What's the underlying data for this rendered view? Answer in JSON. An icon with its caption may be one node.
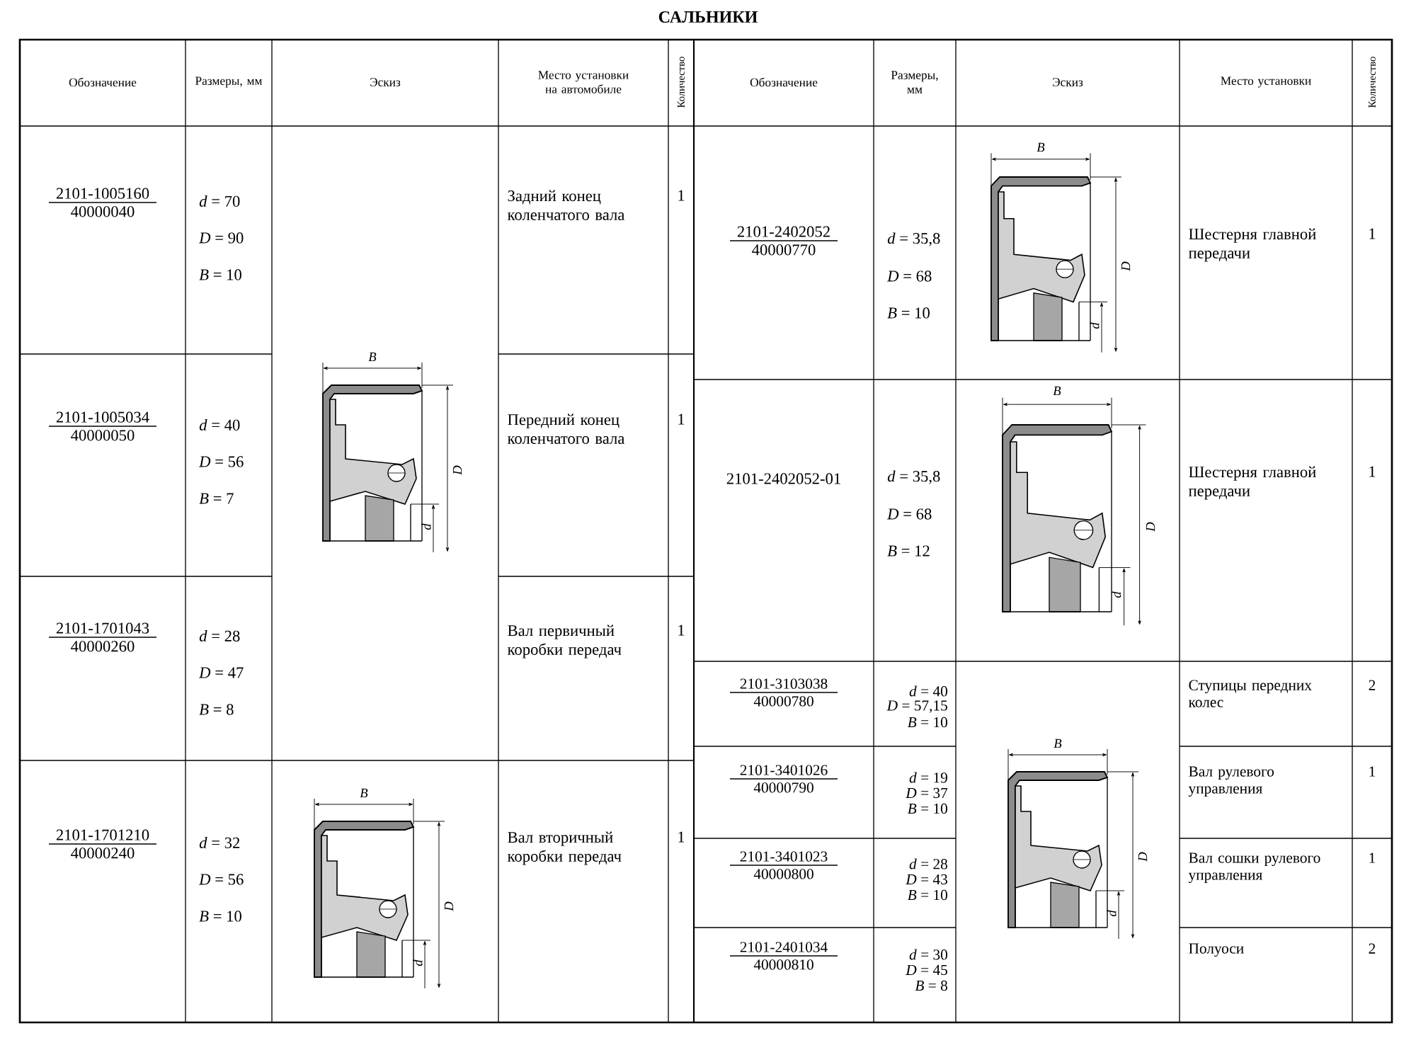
{
  "diagram": {
    "title": "САЛЬНИКИ",
    "labels": [
      "Обозначение",
      "Размеры, мм",
      "Эскиз",
      "Место установки на автомобиле",
      "Количество",
      "Обозначение",
      "Размеры, мм",
      "Эскиз",
      "Место установки",
      "Количество",
      "2101-1005160",
      "40000040",
      "*d* = 70",
      "*D* = 90",
      "*B* = 10",
      "Задний конец коленчатого вала",
      "1",
      "2101-1005034",
      "40000050",
      "*d* = 40",
      "*D* = 56",
      "*B* = 7",
      "Передний конец коленчатого вала",
      "1",
      "2101-1701043",
      "40000260",
      "*d* = 28",
      "*D* = 47",
      "*B* = 8",
      "Вал первичный коробки передач",
      "1",
      "2101-1701210",
      "40000240",
      "*d* = 32",
      "*D* = 56",
      "*B* = 10",
      "Вал вторичный коробки передач",
      "1",
      "2101-2402052",
      "40000770",
      "*d* = 35,8",
      "*D* = 68",
      "*B* = 10",
      "Шестерня главной передачи",
      "1",
      "2101-2402052-01",
      "*d* = 35,8",
      "*D* = 68",
      "*B* = 12",
      "Шестерня главной передачи",
      "1",
      "2101-3103038",
      "40000780",
      "*d* = 40",
      "*D* = 57,15",
      "*B* = 10",
      "Ступицы передних колес",
      "2",
      "2101-3401026",
      "40000790",
      "*d* = 19",
      "*D* = 37",
      "*B* = 10",
      "Вал рулевого управления",
      "1",
      "2101-3401023",
      "40000800",
      "*d* = 28",
      "*D* = 43",
      "*B* = 10",
      "Вал сошки рулевого управления",
      "1",
      "2101-2401034",
      "40000810",
      "*d* = 30",
      "*D* = 45",
      "*B* = 8",
      "Полуоси",
      "2",
      "*B*",
      "*D*",
      "*d*",
      "*B*",
      "*D*",
      "*d*",
      "*B*",
      "*D*",
      "*d*",
      "*B*",
      "*D*",
      "*d*",
      "*B*",
      "*D*",
      "*d*"
    ]
  }
}
